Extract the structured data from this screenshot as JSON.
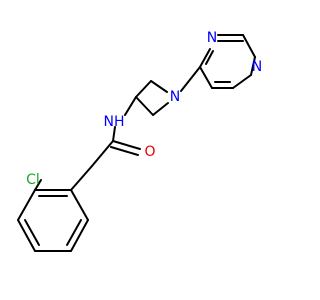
{
  "molecule": {
    "atoms": {
      "cl": {
        "text": "Cl",
        "color": "#1aaa2a"
      },
      "o": {
        "text": "O",
        "color": "#e60000"
      },
      "nh": {
        "text": "NH",
        "color": "#0000ff"
      },
      "n_azetidine": {
        "text": "N",
        "color": "#0000ff"
      },
      "n_pyrazine_top": {
        "text": "N",
        "color": "#0000ff"
      },
      "n_pyrazine_right": {
        "text": "N",
        "color": "#0000ff"
      }
    },
    "colors": {
      "bond": "#000000",
      "background": "#ffffff"
    }
  }
}
